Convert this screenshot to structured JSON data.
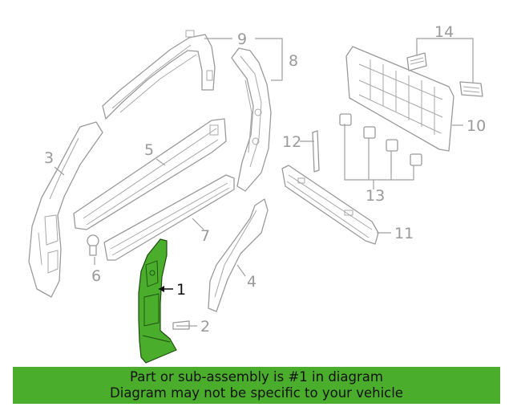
{
  "diagram": {
    "highlight_color": "#4aad2b",
    "callouts": [
      {
        "id": "1",
        "label": "1"
      },
      {
        "id": "2",
        "label": "2"
      },
      {
        "id": "3",
        "label": "3"
      },
      {
        "id": "4",
        "label": "4"
      },
      {
        "id": "5",
        "label": "5"
      },
      {
        "id": "6",
        "label": "6"
      },
      {
        "id": "7",
        "label": "7"
      },
      {
        "id": "8",
        "label": "8"
      },
      {
        "id": "9",
        "label": "9"
      },
      {
        "id": "10",
        "label": "10"
      },
      {
        "id": "11",
        "label": "11"
      },
      {
        "id": "12",
        "label": "12"
      },
      {
        "id": "13",
        "label": "13"
      },
      {
        "id": "14",
        "label": "14"
      }
    ]
  },
  "banner": {
    "line1": "Part or sub-assembly is #1 in diagram",
    "line2": "Diagram may not be specific to your vehicle",
    "color": "#4aad2b"
  }
}
